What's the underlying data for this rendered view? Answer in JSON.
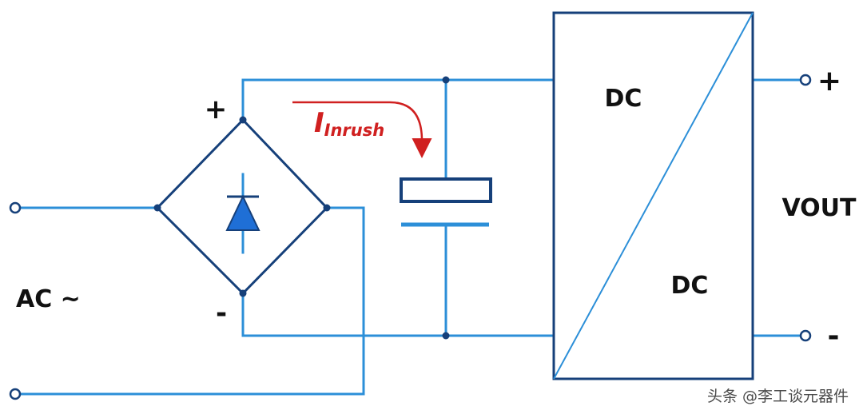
{
  "labels": {
    "bridge_plus": "+",
    "bridge_minus": "-",
    "ac_input": "AC ~",
    "current_symbol": "I",
    "current_subscript": "Inrush",
    "converter_in": "DC",
    "converter_out": "DC",
    "output": "VOUT",
    "out_plus": "+",
    "out_minus": "-"
  },
  "watermark": "头条 @李工谈元器件",
  "colors": {
    "wire": "#2c8fd8",
    "outline": "#16407a",
    "diode": "#1f6fd6",
    "inrush": "#d02020"
  }
}
